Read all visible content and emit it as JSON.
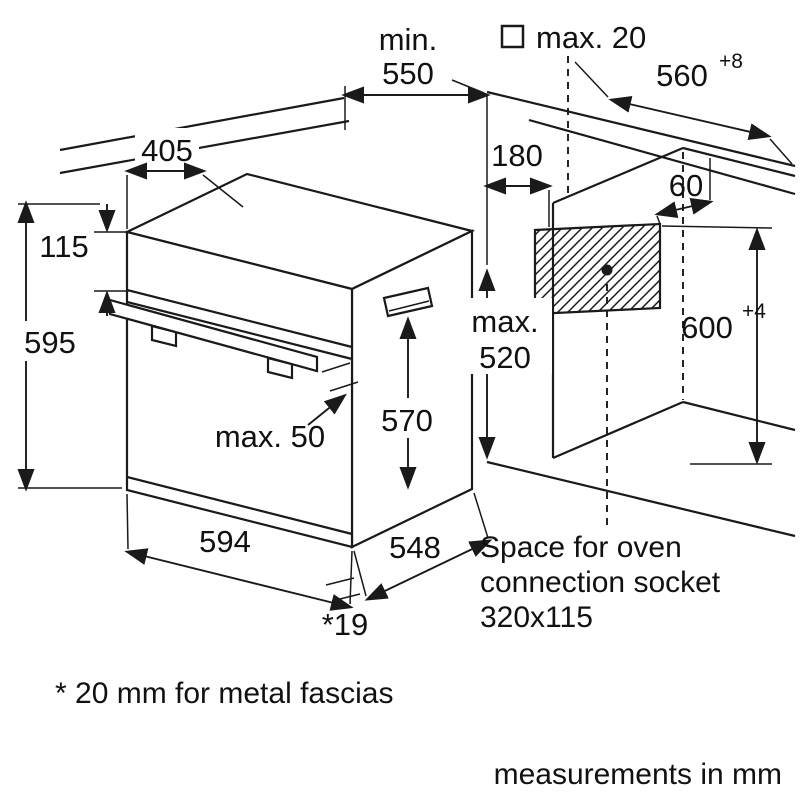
{
  "dims": {
    "min550_l1": "min.",
    "min550_l2": "550",
    "max20": "max. 20",
    "w560": "560",
    "w560_tol": "+8",
    "d405": "405",
    "d180": "180",
    "d60": "60",
    "d115": "115",
    "d595": "595",
    "max520_l1": "max.",
    "max520_l2": "520",
    "h600": "600",
    "h600_tol": "+4",
    "max50": "max. 50",
    "d570": "570",
    "d594": "594",
    "d548": "548",
    "star19": "*19"
  },
  "notes": {
    "socket_l1": "Space for oven",
    "socket_l2": "connection socket",
    "socket_l3": "320x115",
    "fascia": "* 20 mm for metal fascias",
    "units": "measurements in mm"
  },
  "colors": {
    "line": "#1a1a1a",
    "background": "#ffffff"
  }
}
